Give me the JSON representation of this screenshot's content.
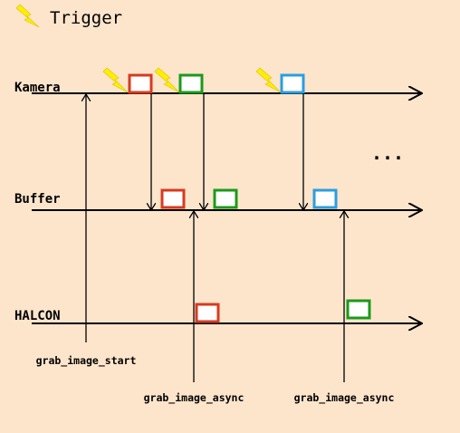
{
  "legend": {
    "label": "Trigger",
    "icon": "lightning-bolt-icon"
  },
  "lanes": {
    "kamera": "Kamera",
    "buffer": "Buffer",
    "halcon": "HALCON"
  },
  "calls": {
    "start": "grab_image_start",
    "async1": "grab_image_async",
    "async2": "grab_image_async"
  },
  "ellipsis": "...",
  "colors": {
    "background": "#fde5cc",
    "red": "#d83a1f",
    "green": "#1a9a1a",
    "blue": "#2a9ee0",
    "trigger": "#ffee00"
  }
}
